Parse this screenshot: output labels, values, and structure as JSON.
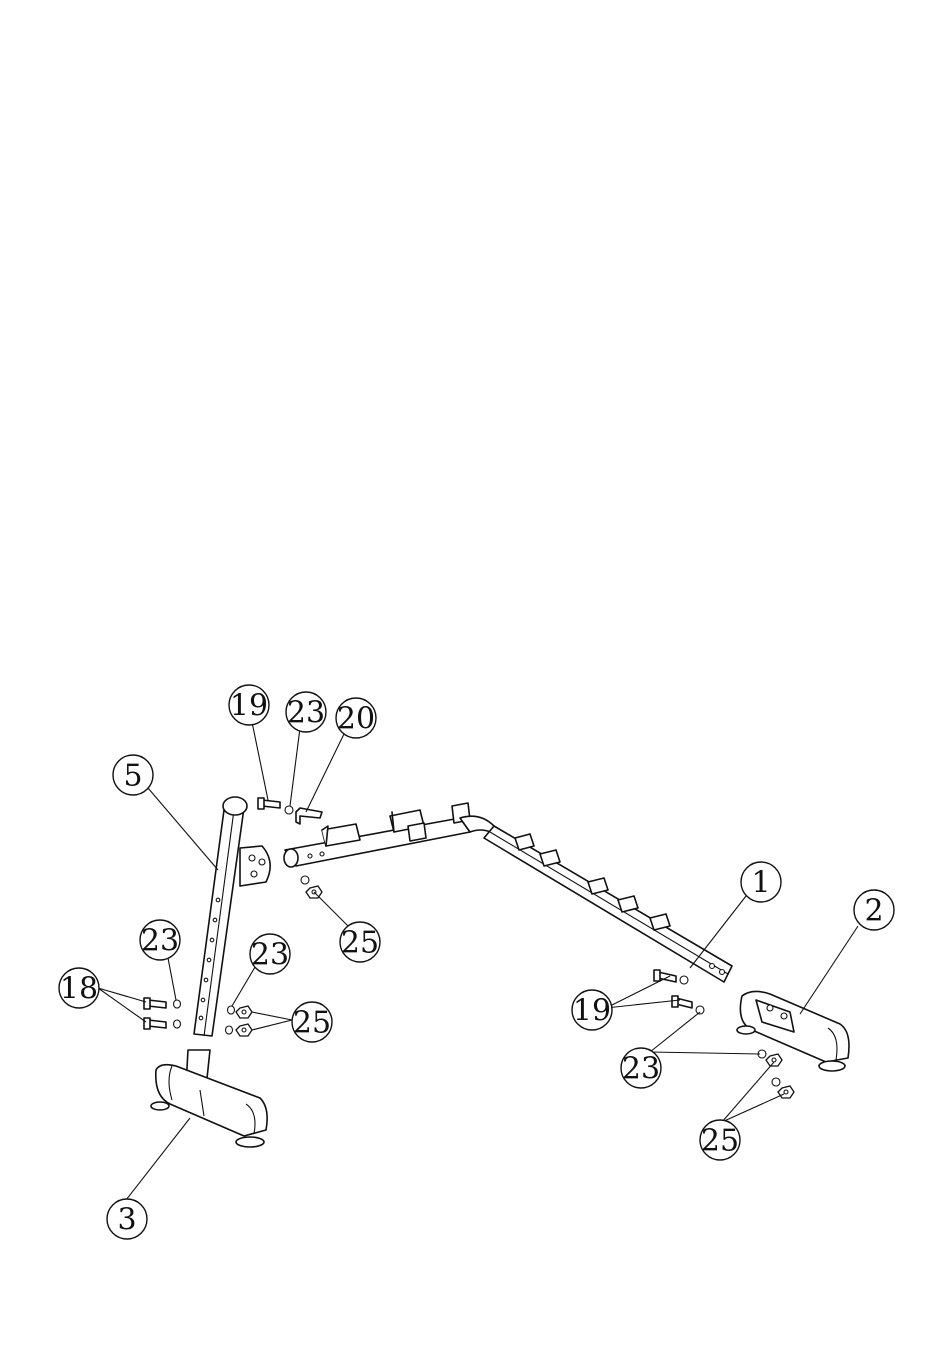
{
  "callouts": [
    {
      "id": "c5",
      "label": "5"
    },
    {
      "id": "c19a",
      "label": "19"
    },
    {
      "id": "c23a",
      "label": "23"
    },
    {
      "id": "c20",
      "label": "20"
    },
    {
      "id": "c25a",
      "label": "25"
    },
    {
      "id": "c23b",
      "label": "23"
    },
    {
      "id": "c18",
      "label": "18"
    },
    {
      "id": "c23c",
      "label": "23"
    },
    {
      "id": "c25b",
      "label": "25"
    },
    {
      "id": "c3",
      "label": "3"
    },
    {
      "id": "c1",
      "label": "1"
    },
    {
      "id": "c2",
      "label": "2"
    },
    {
      "id": "c19b",
      "label": "19"
    },
    {
      "id": "c23d",
      "label": "23"
    },
    {
      "id": "c25c",
      "label": "25"
    }
  ]
}
